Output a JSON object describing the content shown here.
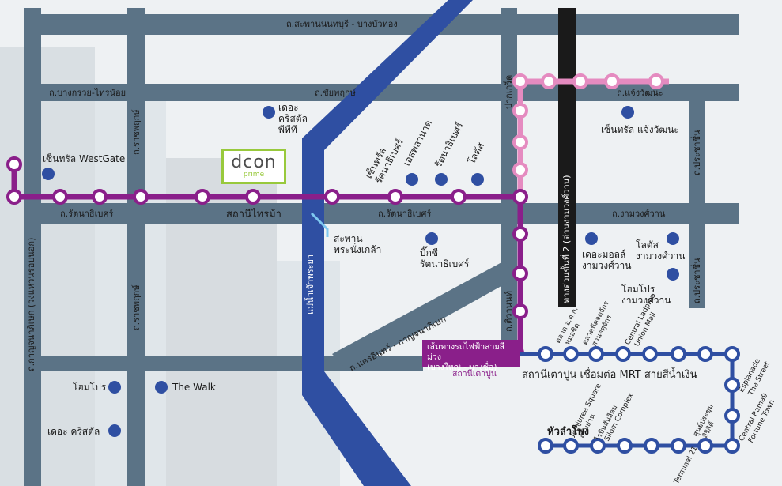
{
  "roads": {
    "sapanon": "ถ.สะพานนนทบุรี - บางบัวทอง",
    "bangkruai": "ถ.บางกรวย-ไทรน้อย",
    "chaiyaphruek": "ถ.ชัยพฤกษ์",
    "chaengwattana": "ถ.แจ้งวัฒนะ",
    "rattanathibet_left": "ถ.รัตนาธิเบศร์",
    "rattanathibet_right": "ถ.รัตนาธิเบศร์",
    "ngamwongwan": "ถ.งามวงศ์วาน",
    "ratchaphruek_top": "ถ.ราชพฤกษ์",
    "ratchaphruek_bottom": "ถ.ราชพฤกษ์",
    "kanchanaphisek": "ถ.กาญจนาภิเษก (วงแหวนรอบนอก)",
    "nakhon_in": "ถ.นครอินทร์ - กาญจนาภิเษก",
    "pak_kret": "ปากเกร็ด",
    "tiwanon": "ถ.ติวานนท์",
    "prachachuen_top": "ถ.ประชาชื่น",
    "prachachuen_bottom": "ถ.ประชาชื่น",
    "expressway": "ทางด่วนขั้นที่ 2 (ด่านงามวงศ์วาน)",
    "river": "แม่น้ำเจ้าพระยา"
  },
  "stations": {
    "sai_ma": "สถานีไทรม้า",
    "tao_poon_label": "สถานีเตาปูน",
    "tao_poon_connect": "สถานีเตาปูน เชื่อมต่อ MRT สายสีน้ำเงิน",
    "hua_lamphong": "หัวลำโพง"
  },
  "bridge": {
    "line1": "สะพาน",
    "line2": "พระนั่งเกล้า"
  },
  "purple_legend": {
    "line1": "เส้นทางรถไฟฟ้าสายสีม่วง",
    "line2": "(บางใหญ่ - บางซื่อ)"
  },
  "logo": {
    "main": "dcon",
    "sub": "prime"
  },
  "pois": {
    "central_westgate": "เซ็นทรัล WestGate",
    "crystal_ptt": [
      "เดอะ",
      "คริสตัล",
      "พีทีที"
    ],
    "central_rattanathibet": [
      "เซ็นทรัล",
      "รัตนาธิเบศร์"
    ],
    "esplanade_rattanathibet": "เอสพลานาด",
    "rattanathibet_poi": "รัตนาธิเบศร์",
    "lotus": "โลตัส",
    "central_chaengwattana": "เซ็นทรัล แจ้งวัฒนะ",
    "bigc": [
      "บิ๊กซี",
      "รัตนาธิเบศร์"
    ],
    "the_mall": [
      "เดอะมอลล์",
      "งามวงศ์วาน"
    ],
    "lotus_ngamwongwan": [
      "โลตัส",
      "งามวงศ์วาน"
    ],
    "homepro_ngamwongwan": [
      "โฮมโปร",
      "งามวงศ์วาน"
    ],
    "homepro": "โฮมโปร",
    "the_walk": "The Walk",
    "the_crystal": "เดอะ คริสตัล"
  },
  "blue_line_labels": {
    "talad_or_tor_kor": "ตลาด อ.ต.ก.",
    "mo_chit": "หมอชิต",
    "chatuchak": "ตลาดนัดจตุจักร",
    "suan_chatuchak": "สวนจตุจักร",
    "central_ladprao": "Central Ladprao",
    "union_mall": "Union Mall",
    "esplanade": "Esplanade",
    "the_street": "The Street",
    "central_rama9": "Central Rama9",
    "fortune_town": "Fortune Town",
    "jamjuree": "Jamjuree Square",
    "samyan": "สามย่าน",
    "silom_complex": "Silom Complex",
    "robinson": "โรบินสันสีลม",
    "terminal21": "Terminal 21",
    "qsncc": "ศูนย์ประชุม",
    "sirikit": "สิริกิติ์"
  },
  "colors": {
    "road": "#5b7386",
    "purple_line": "#8a1f8a",
    "pink_line": "#e58bc0",
    "blue_line": "#2f4fa2",
    "river": "#2f4fa2",
    "expressway": "#1a1a1a",
    "poi_dot": "#2f4fa2",
    "logo_accent": "#98c93c"
  }
}
